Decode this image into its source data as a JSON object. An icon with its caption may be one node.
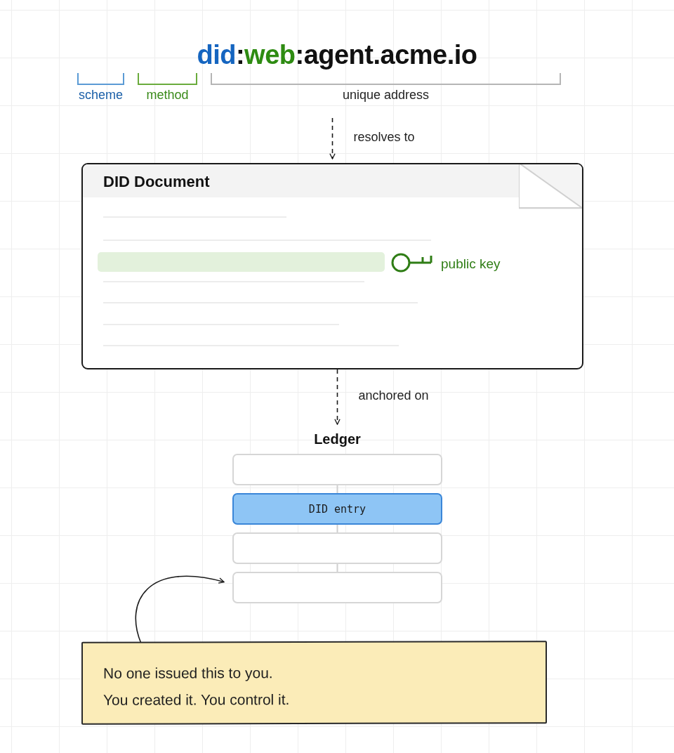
{
  "diagram": {
    "nodes": [
      {
        "text": [
          "did:web:agent.acme.io"
        ]
      },
      {
        "text": [
          "DID Document",
          "public key"
        ]
      },
      {
        "text": [
          "Ledger"
        ]
      },
      {
        "text": [],
        "shape": "box",
        "in": 2
      },
      {
        "text": [
          "DID entry"
        ],
        "in": 2
      },
      {
        "text": [],
        "shape": "box",
        "in": 2
      },
      {
        "text": [],
        "shape": "box",
        "in": 2
      },
      {
        "text": [
          "No one issued this to you.",
          "You created it. You control it."
        ]
      }
    ],
    "edges": [
      {
        "from": 0,
        "to": 1,
        "arrow": "to",
        "style": "dashed",
        "label": "resolves to"
      },
      {
        "from": 1,
        "to": 2,
        "arrow": "to",
        "style": "dashed",
        "label": "anchored on"
      },
      {
        "from": 3,
        "to": 4,
        "arrow": "none",
        "color": "#cfcfcf"
      },
      {
        "from": 4,
        "to": 5,
        "arrow": "none",
        "color": "#cfcfcf"
      },
      {
        "from": 5,
        "to": 6,
        "arrow": "none",
        "color": "#cfcfcf"
      },
      {
        "from": 7,
        "to": 6,
        "arrow": "to"
      }
    ],
    "labels": [
      "scheme",
      "method",
      "unique address"
    ]
  }
}
